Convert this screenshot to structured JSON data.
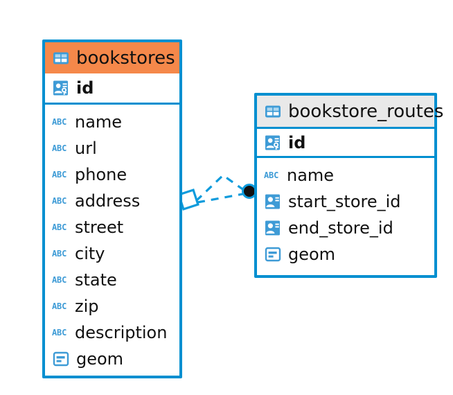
{
  "diagram": {
    "type": "entity-relationship-diagram",
    "background_color": "#ffffff",
    "accent_color": "#008FD0",
    "highlight_color": "#F5884A",
    "header_gray": "#E9E9E9"
  },
  "entities": [
    {
      "name": "bookstores",
      "header_style": "orange",
      "primary_key": {
        "label": "id",
        "icon": "primary-key-icon"
      },
      "fields": [
        {
          "label": "name",
          "icon": "abc-text-icon"
        },
        {
          "label": "url",
          "icon": "abc-text-icon"
        },
        {
          "label": "phone",
          "icon": "abc-text-icon"
        },
        {
          "label": "address",
          "icon": "abc-text-icon"
        },
        {
          "label": "street",
          "icon": "abc-text-icon"
        },
        {
          "label": "city",
          "icon": "abc-text-icon"
        },
        {
          "label": "state",
          "icon": "abc-text-icon"
        },
        {
          "label": "zip",
          "icon": "abc-text-icon"
        },
        {
          "label": "description",
          "icon": "abc-text-icon"
        },
        {
          "label": "geom",
          "icon": "geometry-icon"
        }
      ]
    },
    {
      "name": "bookstore_routes",
      "header_style": "gray",
      "primary_key": {
        "label": "id",
        "icon": "primary-key-icon"
      },
      "fields": [
        {
          "label": "name",
          "icon": "abc-text-icon"
        },
        {
          "label": "start_store_id",
          "icon": "foreign-key-icon"
        },
        {
          "label": "end_store_id",
          "icon": "foreign-key-icon"
        },
        {
          "label": "geom",
          "icon": "geometry-icon"
        }
      ]
    }
  ],
  "relationships": {
    "line_style": "dashed",
    "line_color": "#0E9BDC",
    "source_marker": "diamond-outline",
    "target_marker": "filled-circle",
    "count": 2
  }
}
